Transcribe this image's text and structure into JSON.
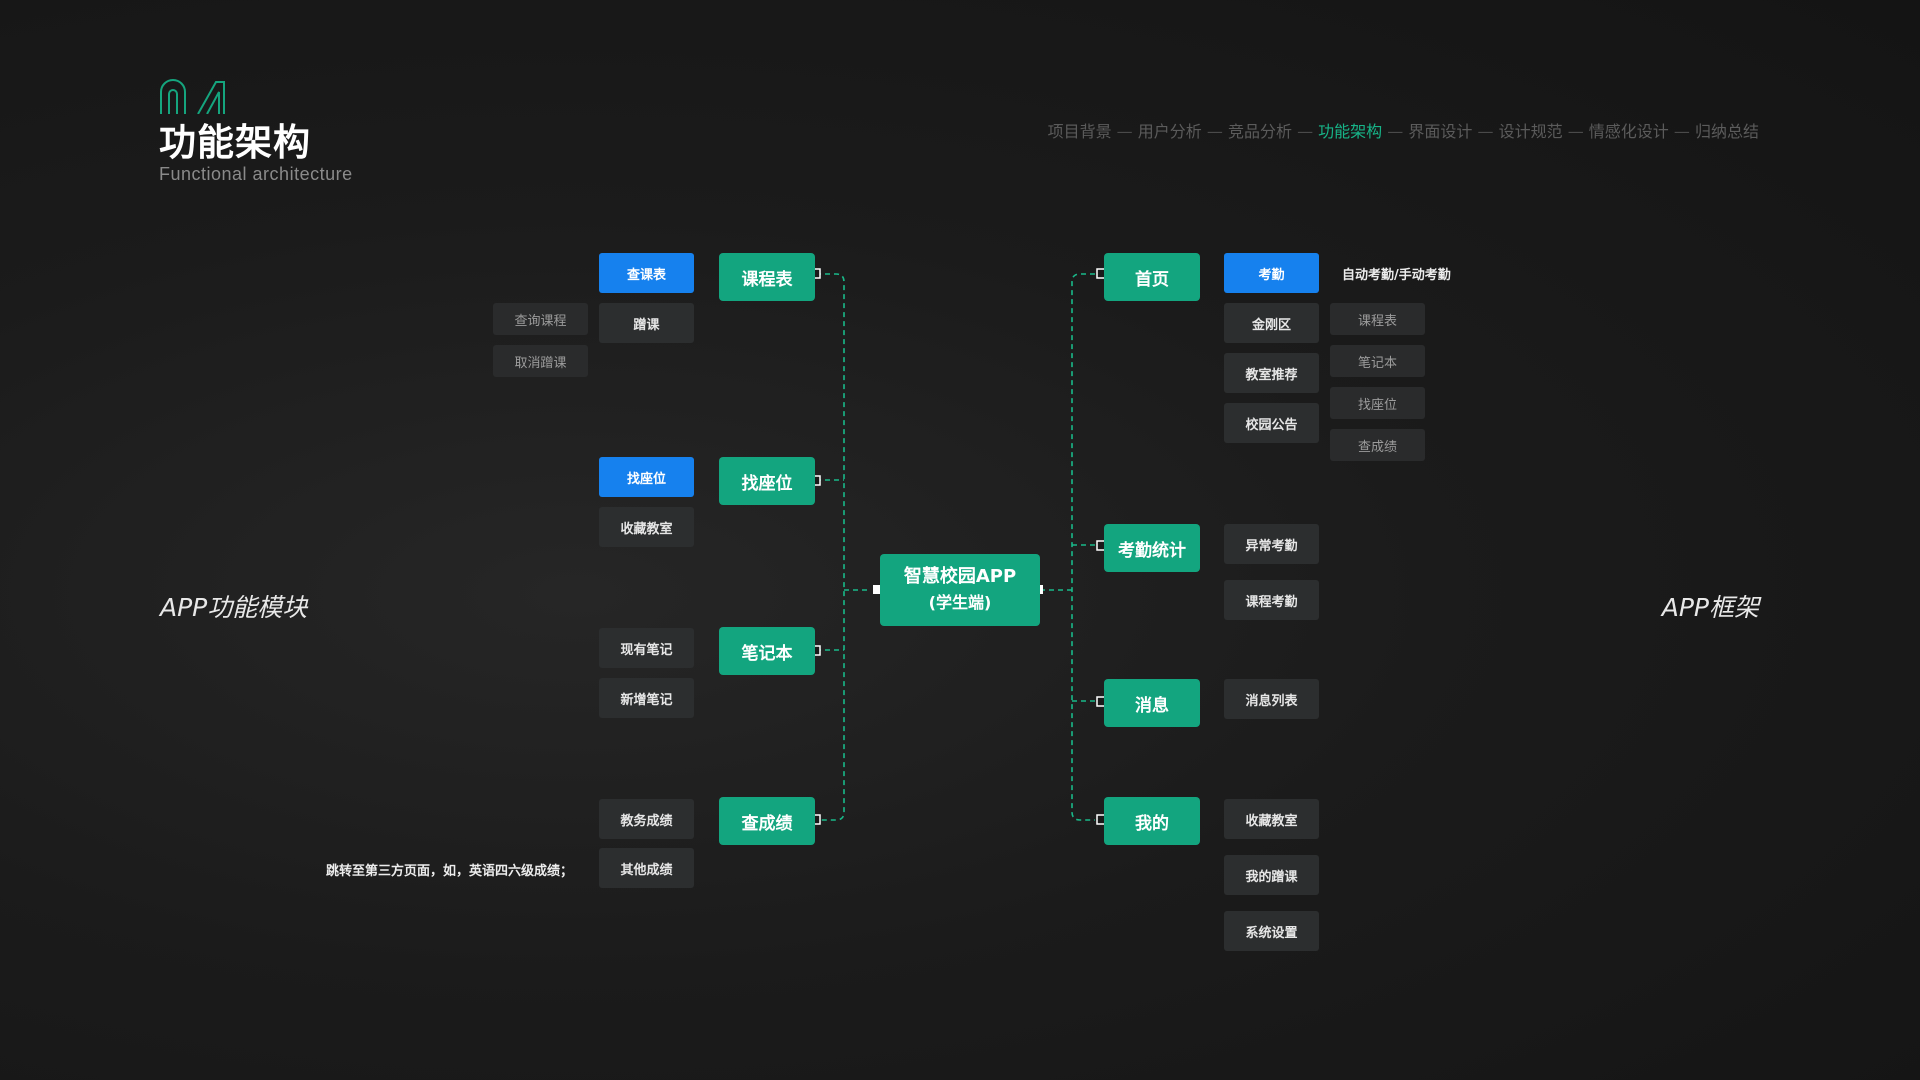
{
  "header": {
    "chapter": "04",
    "title": "功能架构",
    "subtitle": "Functional architecture"
  },
  "nav": {
    "items": [
      {
        "label": "项目背景",
        "active": false
      },
      {
        "label": "用户分析",
        "active": false
      },
      {
        "label": "竞品分析",
        "active": false
      },
      {
        "label": "功能架构",
        "active": true
      },
      {
        "label": "界面设计",
        "active": false
      },
      {
        "label": "设计规范",
        "active": false
      },
      {
        "label": "情感化设计",
        "active": false
      },
      {
        "label": "归纳总结",
        "active": false
      }
    ],
    "separator": "—"
  },
  "side_labels": {
    "left": "APP功能模块",
    "right": "APP框架"
  },
  "center": {
    "title": "智慧校园APP",
    "subtitle": "(学生端)"
  },
  "left_modules": [
    {
      "label": "课程表",
      "children": [
        "查课表",
        "蹭课"
      ],
      "grandchildren": [
        "查询课程",
        "取消蹭课"
      ]
    },
    {
      "label": "找座位",
      "children": [
        "找座位",
        "收藏教室"
      ]
    },
    {
      "label": "笔记本",
      "children": [
        "现有笔记",
        "新增笔记"
      ]
    },
    {
      "label": "查成绩",
      "children": [
        "教务成绩",
        "其他成绩"
      ],
      "note": "跳转至第三方页面，如，英语四六级成绩；"
    }
  ],
  "right_modules": [
    {
      "label": "首页",
      "children": [
        "考勤",
        "金刚区",
        "教室推荐",
        "校园公告"
      ],
      "note": "自动考勤/手动考勤",
      "grandchildren": [
        "课程表",
        "笔记本",
        "找座位",
        "查成绩"
      ]
    },
    {
      "label": "考勤统计",
      "children": [
        "异常考勤",
        "课程考勤"
      ]
    },
    {
      "label": "消息",
      "children": [
        "消息列表"
      ]
    },
    {
      "label": "我的",
      "children": [
        "收藏教室",
        "我的蹭课",
        "系统设置"
      ]
    }
  ],
  "colors": {
    "accent": "#13a57f",
    "highlight": "#1681ee",
    "connector": "#19b989"
  }
}
